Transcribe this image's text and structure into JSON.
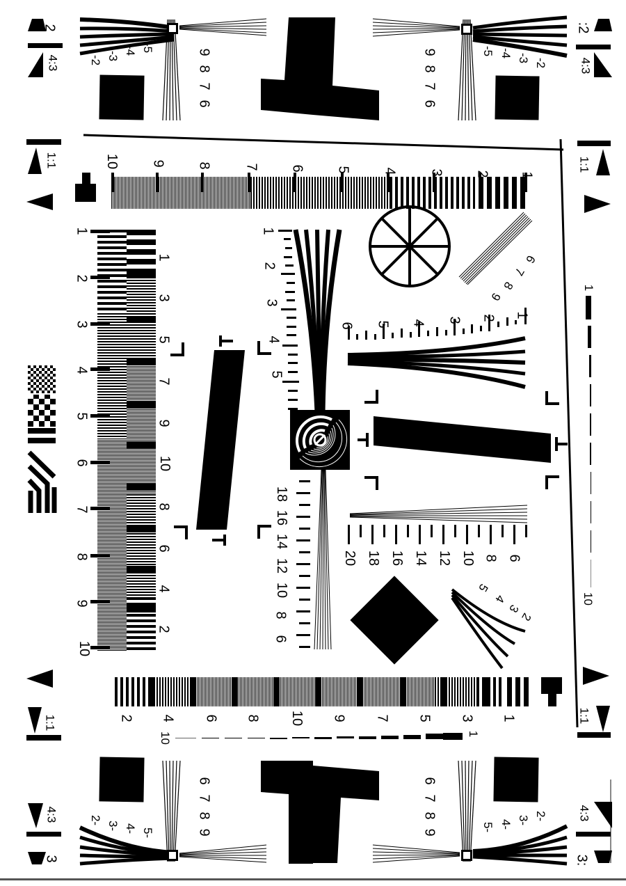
{
  "chart": {
    "type": "resolution-test-chart",
    "orientation": "rotated-90",
    "colors": {
      "ink": "#000000",
      "paper": "#ffffff"
    }
  },
  "corners": {
    "top_left": {
      "ratio_a": "2",
      "ratio_b": "4:3",
      "fan_labels": [
        "-2",
        "-3",
        "-4",
        "-5"
      ],
      "ladder_labels": [
        "9",
        "8",
        "7",
        "6"
      ]
    },
    "top_right": {
      "ratio_a": ":2",
      "ratio_b": "4:3",
      "fan_labels": [
        "-2",
        "-3",
        "-4",
        "-5"
      ],
      "ladder_labels": [
        "9",
        "8",
        "7",
        "6"
      ]
    },
    "bottom_left": {
      "ratio_a": "3",
      "ratio_b": "4:3",
      "fan_labels": [
        "2-",
        "3-",
        "4-",
        "5-"
      ],
      "ladder_labels": [
        "6",
        "7",
        "8",
        "9"
      ]
    },
    "bottom_right": {
      "ratio_a": "3:",
      "ratio_b": "4:3",
      "fan_labels": [
        "2-",
        "3-",
        "4-",
        "5-"
      ],
      "ladder_labels": [
        "6",
        "7",
        "8",
        "9"
      ]
    }
  },
  "side_markers": {
    "top_left": "1:1",
    "top_right": "1:1",
    "bottom_left": "1:1",
    "bottom_right": "1:1"
  },
  "top_bar_scale": {
    "labels": [
      "10",
      "9",
      "8",
      "7",
      "6",
      "5",
      "4",
      "3",
      "2",
      "1"
    ]
  },
  "bottom_bar_scale": {
    "labels": [
      "2",
      "4",
      "6",
      "8",
      "10",
      "9",
      "7",
      "5",
      "3",
      "1"
    ]
  },
  "bottom_dash_scale": {
    "start": "10",
    "end": "1"
  },
  "right_dash_scale": {
    "start": "1",
    "end": "10"
  },
  "left_ladder": {
    "outer_labels": [
      "1",
      "2",
      "3",
      "4",
      "5",
      "6",
      "7",
      "8",
      "9",
      "10"
    ],
    "inner_labels": [
      "1",
      "3",
      "5",
      "7",
      "9",
      "10",
      "8",
      "6",
      "4",
      "2"
    ]
  },
  "center_vertical_scale": {
    "upper_labels": [
      "1",
      "2",
      "3",
      "4",
      "5"
    ],
    "lower_labels": [
      "18",
      "16",
      "14",
      "12",
      "10",
      "8",
      "6"
    ]
  },
  "right_fan_scale": {
    "labels": [
      "1",
      "2",
      "3",
      "4",
      "5",
      "6"
    ]
  },
  "right_fine_scale": {
    "labels": [
      "6",
      "8",
      "10",
      "12",
      "14",
      "16",
      "18",
      "20"
    ]
  },
  "diagonal_upper": {
    "labels": [
      "6",
      "7",
      "8",
      "9"
    ]
  },
  "diagonal_lower": {
    "labels": [
      "2",
      "3",
      "4",
      "5"
    ]
  }
}
